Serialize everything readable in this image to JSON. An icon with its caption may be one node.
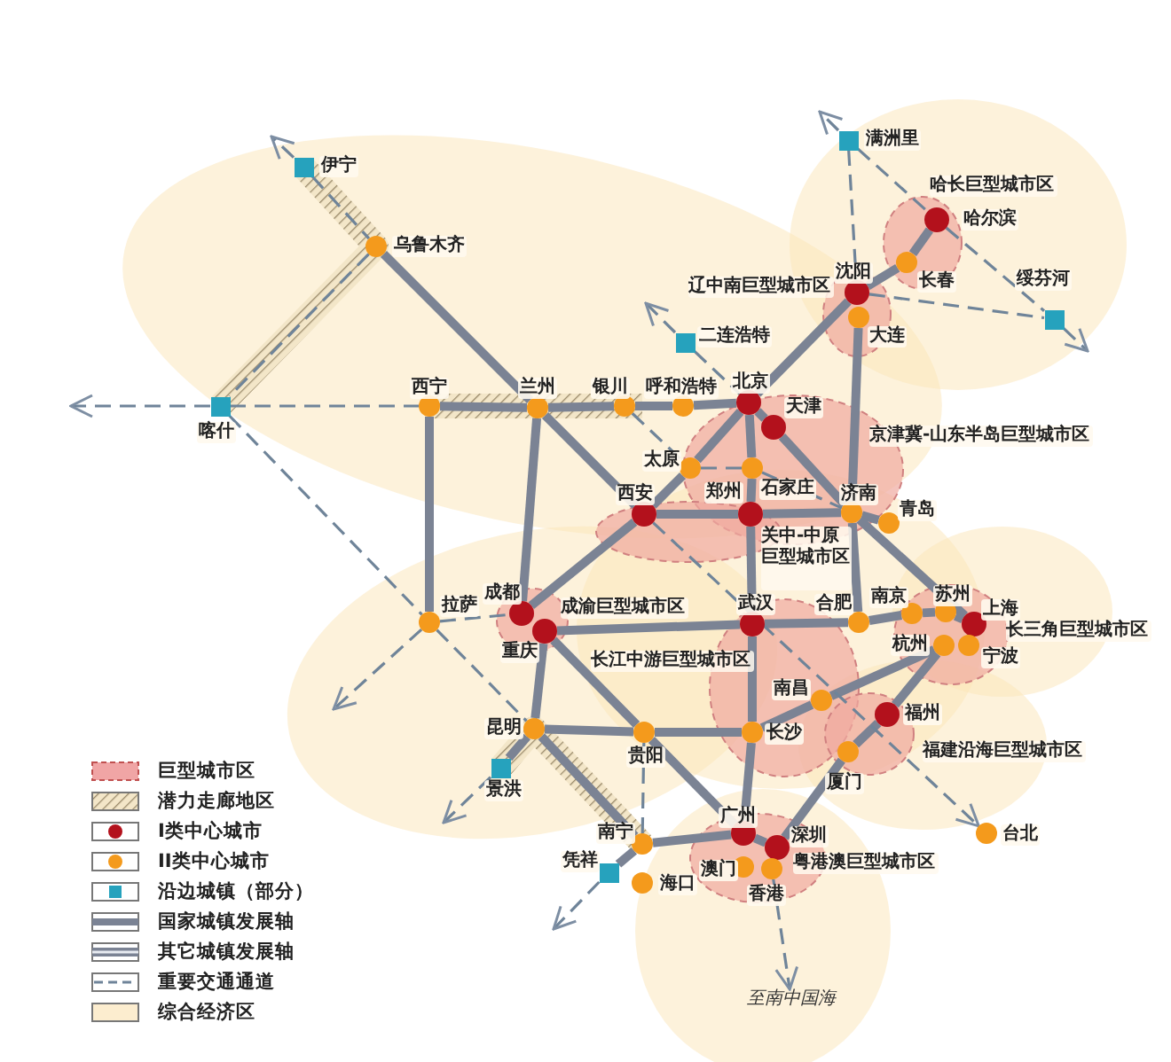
{
  "diagram": {
    "nodes": [
      {
        "text": [
          "哈长巨型城市区"
        ]
      },
      {
        "text": [
          "辽中南巨型城市区"
        ]
      },
      {
        "text": [
          "京津冀-山东半岛巨型城市区"
        ]
      },
      {
        "text": [
          "关中-中原巨型城市区"
        ]
      },
      {
        "text": [
          "成渝巨型城市区"
        ]
      },
      {
        "text": [
          "长江中游巨型城市区"
        ]
      },
      {
        "text": [
          "长三角巨型城市区"
        ]
      },
      {
        "text": [
          "福建沿海巨型城市区"
        ]
      },
      {
        "text": [
          "粤港澳巨型城市区"
        ]
      },
      {
        "text": [
          "伊宁"
        ]
      },
      {
        "text": [
          "乌鲁木齐"
        ]
      },
      {
        "text": [
          "喀什"
        ]
      },
      {
        "text": [
          "西宁"
        ]
      },
      {
        "text": [
          "兰州"
        ]
      },
      {
        "text": [
          "银川"
        ]
      },
      {
        "text": [
          "呼和浩特"
        ]
      },
      {
        "text": [
          "北京"
        ]
      },
      {
        "text": [
          "天津"
        ]
      },
      {
        "text": [
          "二连浩特"
        ]
      },
      {
        "text": [
          "沈阳"
        ]
      },
      {
        "text": [
          "大连"
        ]
      },
      {
        "text": [
          "长春"
        ]
      },
      {
        "text": [
          "哈尔滨"
        ]
      },
      {
        "text": [
          "满洲里"
        ]
      },
      {
        "text": [
          "绥芬河"
        ]
      },
      {
        "text": [
          "太原"
        ]
      },
      {
        "text": [
          "石家庄"
        ]
      },
      {
        "text": [
          "济南"
        ]
      },
      {
        "text": [
          "青岛"
        ]
      },
      {
        "text": [
          "西安"
        ]
      },
      {
        "text": [
          "郑州"
        ]
      },
      {
        "text": [
          "成都"
        ]
      },
      {
        "text": [
          "重庆"
        ]
      },
      {
        "text": [
          "拉萨"
        ]
      },
      {
        "text": [
          "武汉"
        ]
      },
      {
        "text": [
          "合肥"
        ]
      },
      {
        "text": [
          "南京"
        ]
      },
      {
        "text": [
          "苏州"
        ]
      },
      {
        "text": [
          "上海"
        ]
      },
      {
        "text": [
          "杭州"
        ]
      },
      {
        "text": [
          "宁波"
        ]
      },
      {
        "text": [
          "南昌"
        ]
      },
      {
        "text": [
          "长沙"
        ]
      },
      {
        "text": [
          "福州"
        ]
      },
      {
        "text": [
          "厦门"
        ]
      },
      {
        "text": [
          "昆明"
        ]
      },
      {
        "text": [
          "景洪"
        ]
      },
      {
        "text": [
          "贵阳"
        ]
      },
      {
        "text": [
          "南宁"
        ]
      },
      {
        "text": [
          "凭祥"
        ]
      },
      {
        "text": [
          "海口"
        ]
      },
      {
        "text": [
          "广州"
        ]
      },
      {
        "text": [
          "深圳"
        ]
      },
      {
        "text": [
          "澳门"
        ]
      },
      {
        "text": [
          "香港"
        ]
      },
      {
        "text": [
          "台北"
        ]
      },
      {
        "text": [
          "至南中国海"
        ]
      }
    ],
    "edges": [
      {
        "from": 9,
        "to": 10,
        "arrow": "none",
        "style": "dashed"
      },
      {
        "from": 10,
        "to": 11,
        "arrow": "none",
        "style": "dashed"
      },
      {
        "from": 10,
        "to": 13,
        "arrow": "none"
      },
      {
        "from": 12,
        "to": 13,
        "arrow": "none"
      },
      {
        "from": 13,
        "to": 14,
        "arrow": "none"
      },
      {
        "from": 14,
        "to": 15,
        "arrow": "none"
      },
      {
        "from": 15,
        "to": 16,
        "arrow": "none"
      },
      {
        "from": 16,
        "to": 17,
        "arrow": "none"
      },
      {
        "from": 12,
        "to": 33,
        "arrow": "none"
      },
      {
        "from": 13,
        "to": 31,
        "arrow": "none"
      },
      {
        "from": 32,
        "to": 45,
        "arrow": "none"
      },
      {
        "from": 13,
        "to": 29,
        "arrow": "none"
      },
      {
        "from": 31,
        "to": 29,
        "arrow": "none"
      },
      {
        "from": 29,
        "to": 25,
        "arrow": "none"
      },
      {
        "from": 25,
        "to": 16,
        "arrow": "none"
      },
      {
        "from": 16,
        "to": 19,
        "arrow": "none"
      },
      {
        "from": 19,
        "to": 21,
        "arrow": "none"
      },
      {
        "from": 21,
        "to": 22,
        "arrow": "none"
      },
      {
        "from": 29,
        "to": 30,
        "arrow": "none"
      },
      {
        "from": 30,
        "to": 27,
        "arrow": "none"
      },
      {
        "from": 27,
        "to": 28,
        "arrow": "none"
      },
      {
        "from": 16,
        "to": 26,
        "arrow": "none"
      },
      {
        "from": 26,
        "to": 30,
        "arrow": "none"
      },
      {
        "from": 30,
        "to": 34,
        "arrow": "none"
      },
      {
        "from": 34,
        "to": 42,
        "arrow": "none"
      },
      {
        "from": 42,
        "to": 51,
        "arrow": "none"
      },
      {
        "from": 17,
        "to": 27,
        "arrow": "none"
      },
      {
        "from": 27,
        "to": 38,
        "arrow": "none"
      },
      {
        "from": 20,
        "to": 27,
        "arrow": "none"
      },
      {
        "from": 27,
        "to": 35,
        "arrow": "none"
      },
      {
        "from": 32,
        "to": 34,
        "arrow": "none"
      },
      {
        "from": 34,
        "to": 35,
        "arrow": "none"
      },
      {
        "from": 35,
        "to": 36,
        "arrow": "none"
      },
      {
        "from": 36,
        "to": 37,
        "arrow": "none"
      },
      {
        "from": 37,
        "to": 38,
        "arrow": "none"
      },
      {
        "from": 32,
        "to": 47,
        "arrow": "none"
      },
      {
        "from": 47,
        "to": 51,
        "arrow": "none"
      },
      {
        "from": 45,
        "to": 47,
        "arrow": "none"
      },
      {
        "from": 47,
        "to": 42,
        "arrow": "none"
      },
      {
        "from": 42,
        "to": 41,
        "arrow": "none"
      },
      {
        "from": 41,
        "to": 39,
        "arrow": "none"
      },
      {
        "from": 39,
        "to": 43,
        "arrow": "none"
      },
      {
        "from": 43,
        "to": 44,
        "arrow": "none"
      },
      {
        "from": 44,
        "to": 52,
        "arrow": "none"
      },
      {
        "from": 51,
        "to": 52,
        "arrow": "none"
      },
      {
        "from": 48,
        "to": 51,
        "arrow": "none"
      },
      {
        "from": 45,
        "to": 48,
        "arrow": "none"
      },
      {
        "from": 45,
        "to": 46,
        "arrow": "none"
      },
      {
        "from": 48,
        "to": 49,
        "arrow": "none"
      },
      {
        "from": 11,
        "to": null,
        "arrow": "to",
        "style": "dashed"
      },
      {
        "from": 11,
        "to": 12,
        "arrow": "none",
        "style": "dashed"
      },
      {
        "from": 11,
        "to": 33,
        "arrow": "none",
        "style": "dashed"
      },
      {
        "from": 9,
        "to": null,
        "arrow": "to",
        "style": "dashed"
      },
      {
        "from": 33,
        "to": null,
        "arrow": "to",
        "style": "dashed"
      },
      {
        "from": 33,
        "to": 31,
        "arrow": "none",
        "style": "dashed"
      },
      {
        "from": 33,
        "to": 45,
        "arrow": "none",
        "style": "dashed"
      },
      {
        "from": 46,
        "to": null,
        "arrow": "to",
        "style": "dashed"
      },
      {
        "from": 49,
        "to": null,
        "arrow": "to",
        "style": "dashed"
      },
      {
        "from": 18,
        "to": null,
        "arrow": "to",
        "style": "dashed"
      },
      {
        "from": 18,
        "to": 16,
        "arrow": "none",
        "style": "dashed"
      },
      {
        "from": 14,
        "to": 25,
        "arrow": "none",
        "style": "dashed"
      },
      {
        "from": 25,
        "to": 26,
        "arrow": "none",
        "style": "dashed"
      },
      {
        "from": 26,
        "to": 27,
        "arrow": "none",
        "style": "dashed"
      },
      {
        "from": 23,
        "to": null,
        "arrow": "to",
        "style": "dashed"
      },
      {
        "from": 23,
        "to": 19,
        "arrow": "none",
        "style": "dashed"
      },
      {
        "from": 23,
        "to": 22,
        "arrow": "none",
        "style": "dashed"
      },
      {
        "from": 22,
        "to": 24,
        "arrow": "none",
        "style": "dashed"
      },
      {
        "from": 24,
        "to": null,
        "arrow": "to",
        "style": "dashed"
      },
      {
        "from": 19,
        "to": 24,
        "arrow": "none",
        "style": "dashed"
      },
      {
        "from": 29,
        "to": 55,
        "arrow": "to",
        "style": "dashed"
      },
      {
        "from": 47,
        "to": 48,
        "arrow": "none",
        "style": "dashed"
      },
      {
        "from": 54,
        "to": 56,
        "arrow": "to",
        "style": "dashed"
      }
    ],
    "legend": [
      {
        "text": "巨型城市区"
      },
      {
        "text": "潜力走廊地区"
      },
      {
        "text": "I类中心城市"
      },
      {
        "text": "II类中心城市"
      },
      {
        "text": "沿边城镇（部分）"
      },
      {
        "text": "国家城镇发展轴"
      },
      {
        "text": "其它城镇发展轴"
      },
      {
        "text": "重要交通通道"
      },
      {
        "text": "综合经济区",
        "color": "#fcedcf"
      }
    ]
  }
}
